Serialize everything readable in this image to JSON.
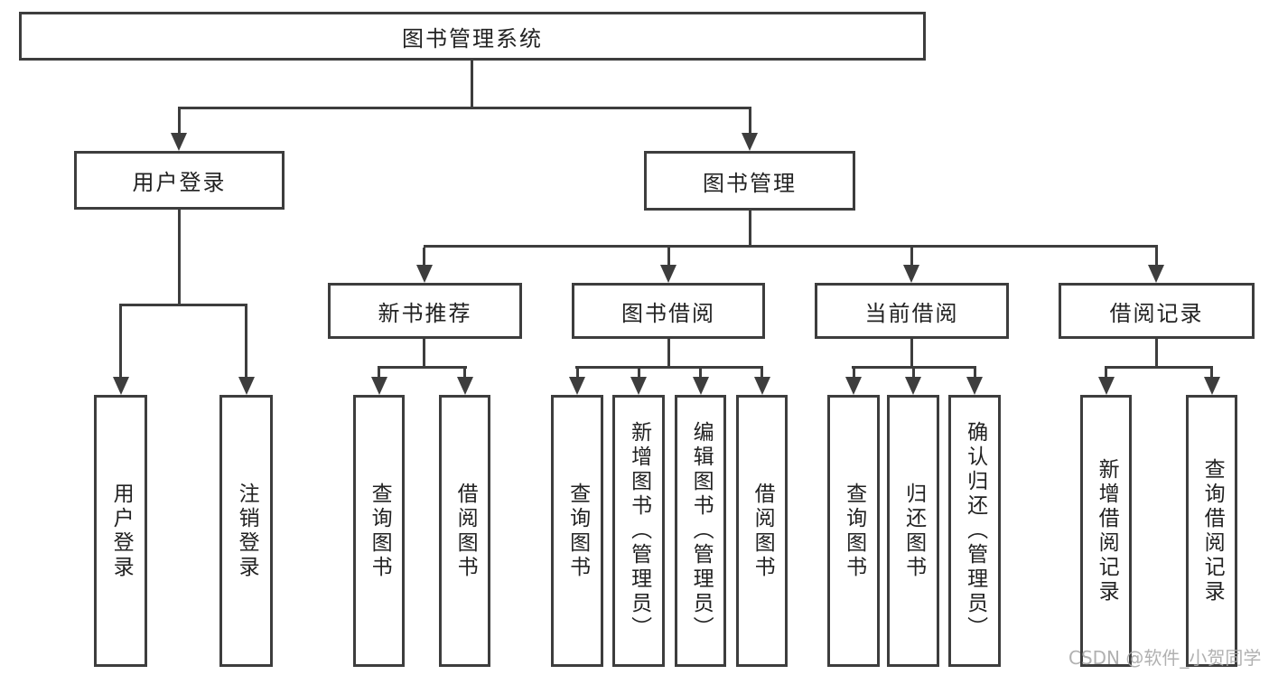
{
  "diagram": {
    "type": "tree",
    "root": {
      "label": "图书管理系统",
      "children": [
        {
          "label": "用户登录",
          "children": [
            {
              "label": "用户登录"
            },
            {
              "label": "注销登录"
            }
          ]
        },
        {
          "label": "图书管理",
          "children": [
            {
              "label": "新书推荐",
              "children": [
                {
                  "label": "查询图书"
                },
                {
                  "label": "借阅图书"
                }
              ]
            },
            {
              "label": "图书借阅",
              "children": [
                {
                  "label": "查询图书"
                },
                {
                  "label": "新增图书（管理员）"
                },
                {
                  "label": "编辑图书（管理员）"
                },
                {
                  "label": "借阅图书"
                }
              ]
            },
            {
              "label": "当前借阅",
              "children": [
                {
                  "label": "查询图书"
                },
                {
                  "label": "归还图书"
                },
                {
                  "label": "确认归还（管理员）"
                }
              ]
            },
            {
              "label": "借阅记录",
              "children": [
                {
                  "label": "新增借阅记录"
                },
                {
                  "label": "查询借阅记录"
                }
              ]
            }
          ]
        }
      ]
    }
  },
  "watermark": "CSDN @软件_小贺同学",
  "colors": {
    "line": "#3d3d3d",
    "text": "#222222",
    "watermark_text": "#a8a8a8",
    "background": "#ffffff"
  }
}
